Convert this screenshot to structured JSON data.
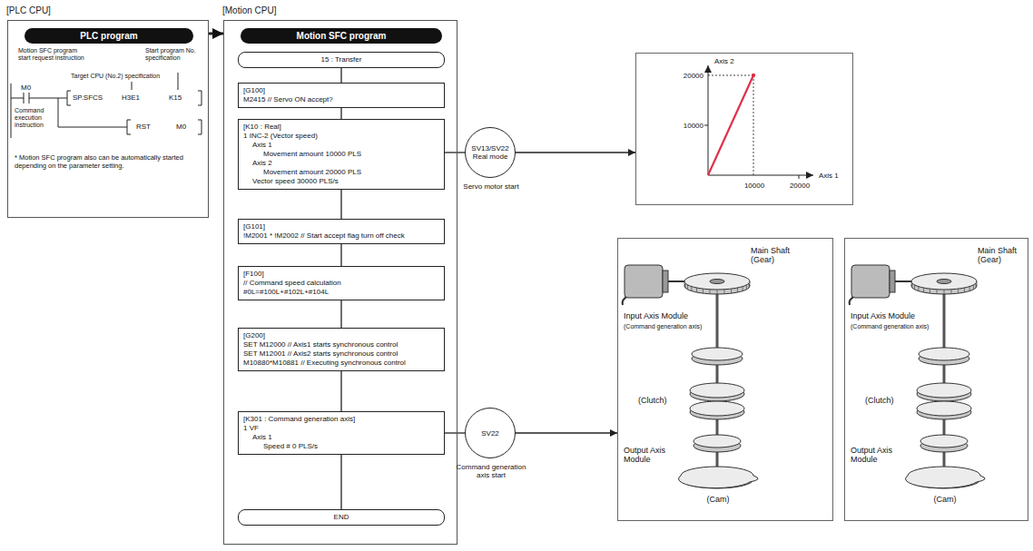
{
  "diagram": {
    "nodes": [
      {
        "text": [
          "[PLC CPU]"
        ]
      },
      {
        "text": [
          "PLC program"
        ],
        "in": 0
      },
      {
        "text": [
          "[Motion CPU]"
        ]
      },
      {
        "text": [
          "Motion SFC program"
        ],
        "in": 2
      },
      {
        "text": [
          "15 : Transfer"
        ],
        "in": 2
      },
      {
        "text": [
          "[G100]",
          "M2415 // Servo ON accept?"
        ],
        "in": 2
      },
      {
        "text": [
          "[K10 : Real]",
          "1 INC-2 (Vector speed)",
          "Axis 1",
          "Movement amount 10000 PLS",
          "Axis 2",
          "Movement amount 20000 PLS",
          "Vector speed 30000 PLS/s"
        ],
        "in": 2
      },
      {
        "text": [
          "[G101]",
          "!M2001 * !M2002 // Start accept flag turn off check"
        ],
        "in": 2
      },
      {
        "text": [
          "[F100]",
          "// Command speed calculation",
          "#0L=#100L+#102L+#104L"
        ],
        "in": 2
      },
      {
        "text": [
          "[G200]",
          "SET M12000 // Axis1 starts synchronous control",
          "SET M12001 // Axis2 starts synchronous control",
          "M10880*M10881 // Executing synchronous control"
        ],
        "in": 2
      },
      {
        "text": [
          "[K301 : Command generation axis]",
          "1 VF",
          "Axis 1",
          "Speed # 0 PLS/s"
        ],
        "in": 2
      },
      {
        "text": [
          "END"
        ],
        "in": 2
      },
      {
        "text": [
          "SV13/SV22 Real mode",
          "Servo motor start"
        ]
      },
      {
        "text": [
          "SV22",
          "Command generation axis start"
        ]
      },
      {
        "text": [
          "Axis 2",
          "20000",
          "10000",
          "10000",
          "20000",
          "Axis 1"
        ]
      },
      {
        "text": [
          "Main Shaft (Gear)",
          "Input Axis Module",
          "(Command generation axis)",
          "(Clutch)",
          "Output Axis Module",
          "(Cam)"
        ]
      },
      {
        "text": [
          "Main Shaft (Gear)",
          "Input Axis Module",
          "(Command generation axis)",
          "(Clutch)",
          "Output Axis Module",
          "(Cam)"
        ]
      }
    ],
    "edges": [
      {
        "from": 0,
        "to": 2,
        "arrow": "to"
      },
      {
        "from": 4,
        "to": 5,
        "arrow": "none"
      },
      {
        "from": 5,
        "to": 6,
        "arrow": "none"
      },
      {
        "from": 6,
        "to": 7,
        "arrow": "none"
      },
      {
        "from": 7,
        "to": 8,
        "arrow": "none"
      },
      {
        "from": 8,
        "to": 9,
        "arrow": "none"
      },
      {
        "from": 9,
        "to": 10,
        "arrow": "none"
      },
      {
        "from": 10,
        "to": 11,
        "arrow": "none"
      },
      {
        "from": 6,
        "to": 12,
        "arrow": "none"
      },
      {
        "from": 12,
        "to": 14,
        "arrow": "to"
      },
      {
        "from": 10,
        "to": 13,
        "arrow": "none"
      },
      {
        "from": 13,
        "to": 15,
        "arrow": "to"
      }
    ],
    "labels": [
      "Motion SFC program start request instruction",
      "Target CPU (No.2) specification",
      "Start program No. specification",
      "M0",
      "SP.SFCS",
      "H3E1",
      "K15",
      "Command execution instruction",
      "RST",
      "M0",
      "* Motion SFC program also can be automatically started depending on the parameter setting."
    ]
  }
}
